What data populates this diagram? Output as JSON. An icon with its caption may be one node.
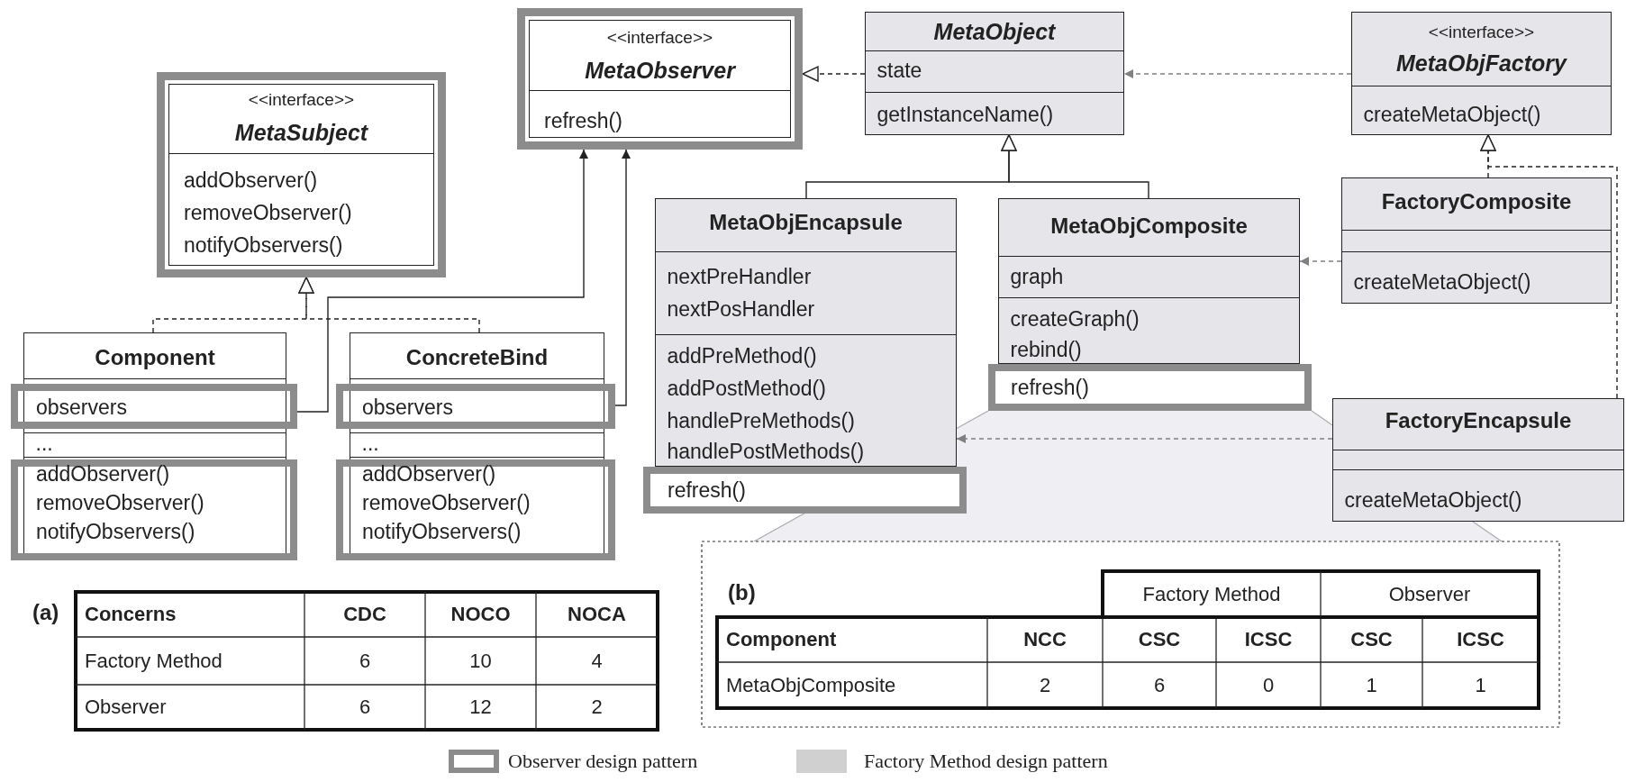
{
  "diagram": {
    "nodes": [
      {
        "text": [
          "<<interface>>",
          "MetaSubject",
          "addObserver()",
          "removeObserver()",
          "notifyObservers()"
        ]
      },
      {
        "text": [
          "<<interface>>",
          "MetaObserver",
          "refresh()"
        ]
      },
      {
        "text": [
          "MetaObject",
          "state",
          "getInstanceName()"
        ]
      },
      {
        "text": [
          "<<interface>>",
          "MetaObjFactory",
          "createMetaObject()"
        ]
      },
      {
        "text": [
          "Component",
          "..."
        ]
      },
      {
        "text": [
          "observers"
        ]
      },
      {
        "text": [
          "addObserver()",
          "removeObserver()",
          "notifyObservers()"
        ]
      },
      {
        "text": [
          "ConcreteBind",
          "..."
        ]
      },
      {
        "text": [
          "observers"
        ]
      },
      {
        "text": [
          "addObserver()",
          "removeObserver()",
          "notifyObservers()"
        ]
      },
      {
        "text": [
          "MetaObjEncapsule",
          "nextPreHandler",
          "nextPosHandler",
          "addPreMethod()",
          "addPostMethod()",
          "handlePreMethods()",
          "handlePostMethods()"
        ]
      },
      {
        "text": [
          "refresh()"
        ]
      },
      {
        "text": [
          "MetaObjComposite",
          "graph",
          "createGraph()",
          "rebind()"
        ]
      },
      {
        "text": [
          "refresh()"
        ]
      },
      {
        "text": [
          "FactoryComposite",
          "createMetaObject()"
        ]
      },
      {
        "text": [
          "FactoryEncapsule",
          "createMetaObject()"
        ]
      }
    ],
    "edges": [
      {
        "from": 4,
        "to": 0,
        "arrow": "to",
        "style": "dashed"
      },
      {
        "from": 7,
        "to": 0,
        "arrow": "to",
        "style": "dashed"
      },
      {
        "from": 5,
        "to": 1,
        "arrow": "to"
      },
      {
        "from": 8,
        "to": 1,
        "arrow": "to"
      },
      {
        "from": 2,
        "to": 1,
        "arrow": "to",
        "style": "dashed"
      },
      {
        "from": 10,
        "to": 2,
        "arrow": "to"
      },
      {
        "from": 12,
        "to": 2,
        "arrow": "to"
      },
      {
        "from": 3,
        "to": 2,
        "arrow": "to",
        "style": "dashed",
        "color": "#808080"
      },
      {
        "from": 14,
        "to": 3,
        "arrow": "to",
        "style": "dashed"
      },
      {
        "from": 15,
        "to": 3,
        "arrow": "to",
        "style": "dashed"
      },
      {
        "from": 14,
        "to": 12,
        "arrow": "to",
        "style": "dashed",
        "color": "#808080"
      },
      {
        "from": 15,
        "to": 10,
        "arrow": "to",
        "style": "dashed",
        "color": "#808080"
      }
    ],
    "labels": [
      "(a)",
      "Concerns",
      "CDC",
      "NOCO",
      "NOCA",
      "Factory Method",
      "6",
      "10",
      "4",
      "Observer",
      "6",
      "12",
      "2",
      "(b)",
      "Factory Method",
      "Observer",
      "Component",
      "NCC",
      "CSC",
      "ICSC",
      "CSC",
      "ICSC",
      "MetaObjComposite",
      "2",
      "6",
      "0",
      "1",
      "1"
    ],
    "legend": [
      {
        "text": "Observer design pattern"
      },
      {
        "text": "Factory Method design pattern",
        "color": "#d0d0d0"
      }
    ]
  }
}
